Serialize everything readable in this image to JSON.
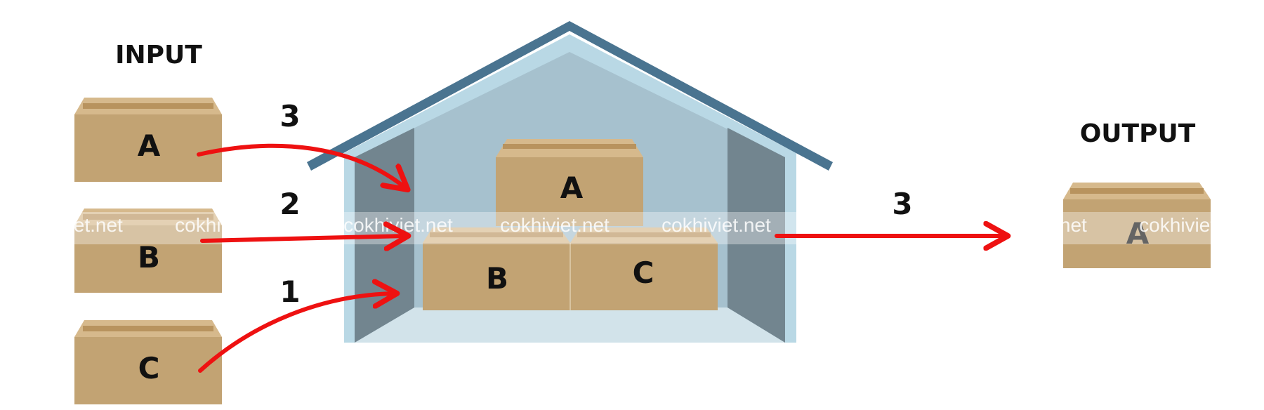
{
  "input_label": "INPUT",
  "output_label": "OUTPUT",
  "input_boxes": [
    "A",
    "B",
    "C"
  ],
  "stored_boxes": {
    "top": "A",
    "bottom_left": "B",
    "bottom_right": "C"
  },
  "output_box": "A",
  "arrow_labels": {
    "in_a": "3",
    "in_b": "2",
    "in_c": "1",
    "out": "3"
  },
  "watermark": "cokhiviet.net",
  "colors": {
    "box": "#c2a373",
    "box_top": "#d6b98c",
    "box_stripe": "#b8935e",
    "roof": "#4a7490",
    "arrow": "#ee1111",
    "wall_light": "#b9d8e5",
    "interior": "#a6c1ce",
    "side_wall": "#72858f"
  }
}
